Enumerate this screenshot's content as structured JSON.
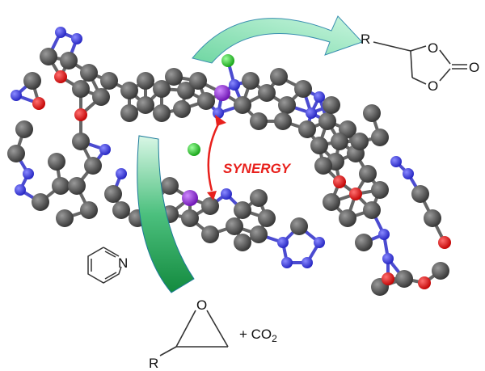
{
  "product": {
    "r_label": "R",
    "ring_o1": "O",
    "ring_o2": "O",
    "carbonyl_o": "O"
  },
  "catalyst": {
    "pyridine_n": "N"
  },
  "synergy_label": "SYNERGY",
  "reactants": {
    "epoxide_o": "O",
    "r_label": "R",
    "co2_prefix": "+ CO",
    "co2_subscript": "2"
  },
  "colors": {
    "carbon": "#4a4a4a",
    "nitrogen": "#3838d8",
    "oxygen": "#e01010",
    "metal": "#8a2be2",
    "chlorine": "#22cc22",
    "arrow_light": "#a8ecc8",
    "arrow_dark": "#1c9a4a",
    "synergy": "#e8201c"
  }
}
